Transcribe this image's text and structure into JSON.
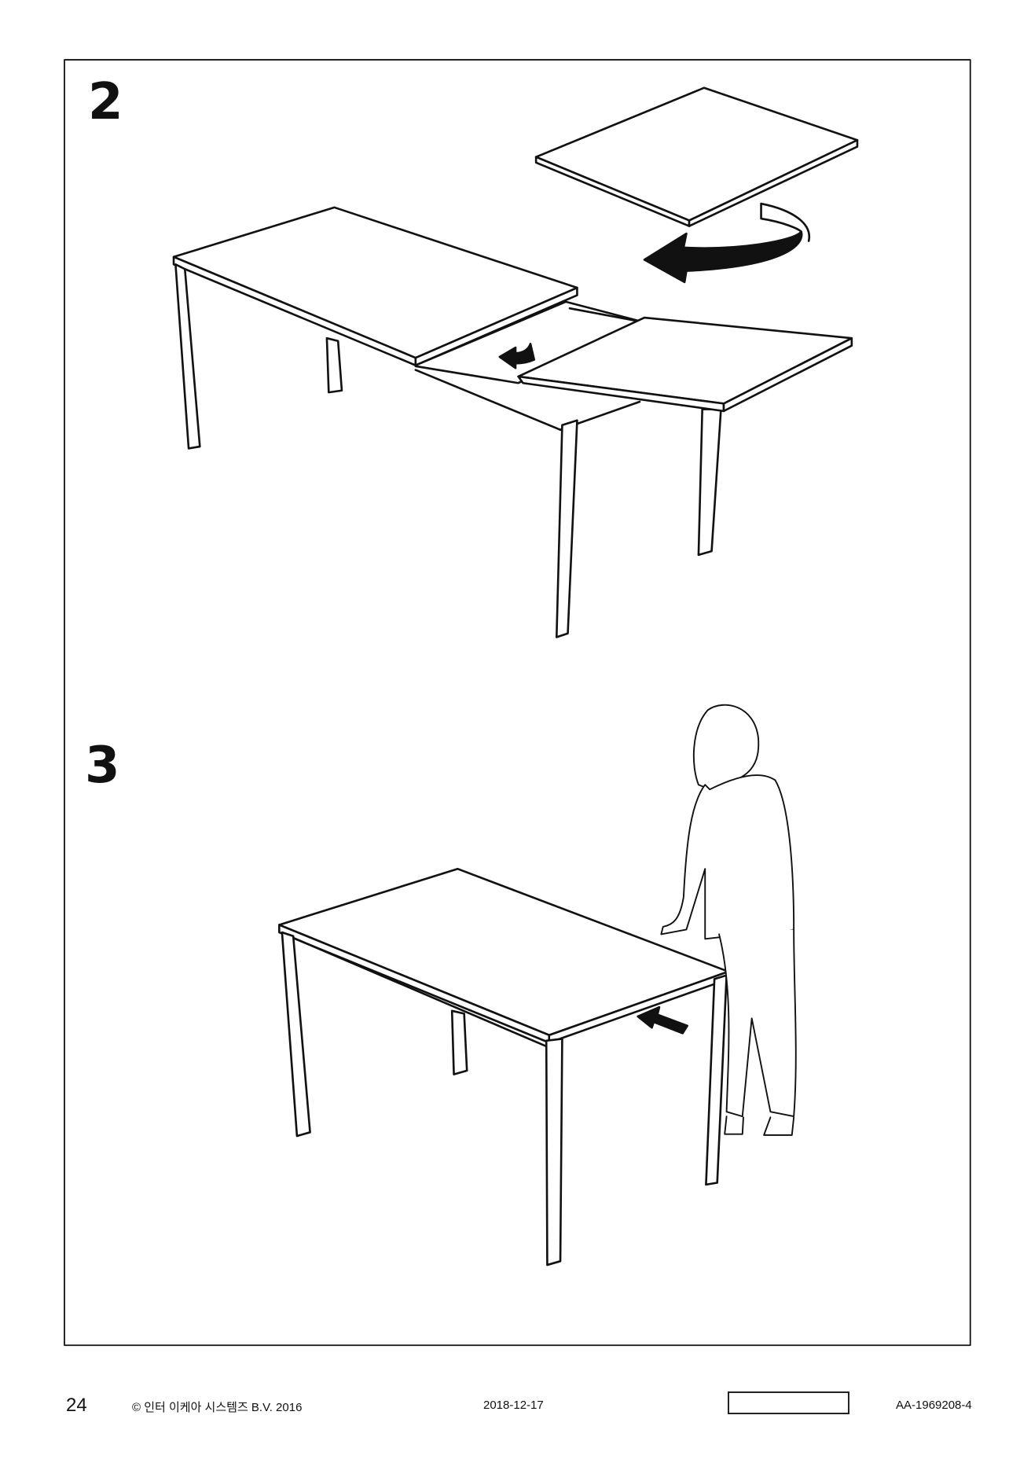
{
  "steps": [
    {
      "number": "2"
    },
    {
      "number": "3"
    }
  ],
  "footer": {
    "page_number": "24",
    "copyright": "© 인터 이케아 시스템즈 B.V. 2016",
    "date": "2018-12-17",
    "document_code": "AA-1969208-4"
  }
}
